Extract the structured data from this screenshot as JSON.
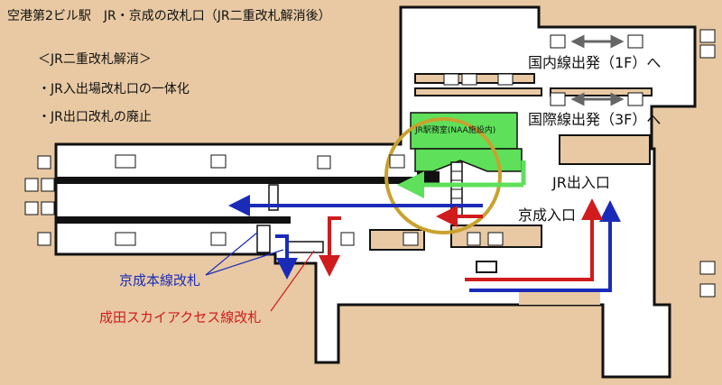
{
  "title": "空港第2ビル駅　JR・京成の改札口（JR二重改札解消後）",
  "subtitle": "＜JR二重改札解消＞",
  "notes": [
    "・JR入出場改札口の一体化",
    "・JR出口改札の廃止"
  ],
  "labels": {
    "domestic_departure": "国内線出発（1F）へ",
    "international_departure": "国際線出発（3F）へ",
    "jr_exit_entrance": "JR出入口",
    "keisei_entrance": "京成入口",
    "keisei_main_line_gate": "京成本線改札",
    "skyaccess_gate": "成田スカイアクセス線改札",
    "jr_station_office": "JR駅務室(NAA施設内)"
  },
  "colors": {
    "background": "#e8c9a3",
    "floor": "#ffffff",
    "outline": "#111111",
    "jr_green": "#5ee05a",
    "keisei_blue": "#1a2bb8",
    "skyaccess_red": "#d01c1c",
    "highlight_circle": "#c9a12e"
  },
  "icons": [
    "escalator-icon",
    "elevator-icon",
    "restroom-icon",
    "wheelchair-icon",
    "stairs-icon",
    "ticket-gate-icon"
  ]
}
